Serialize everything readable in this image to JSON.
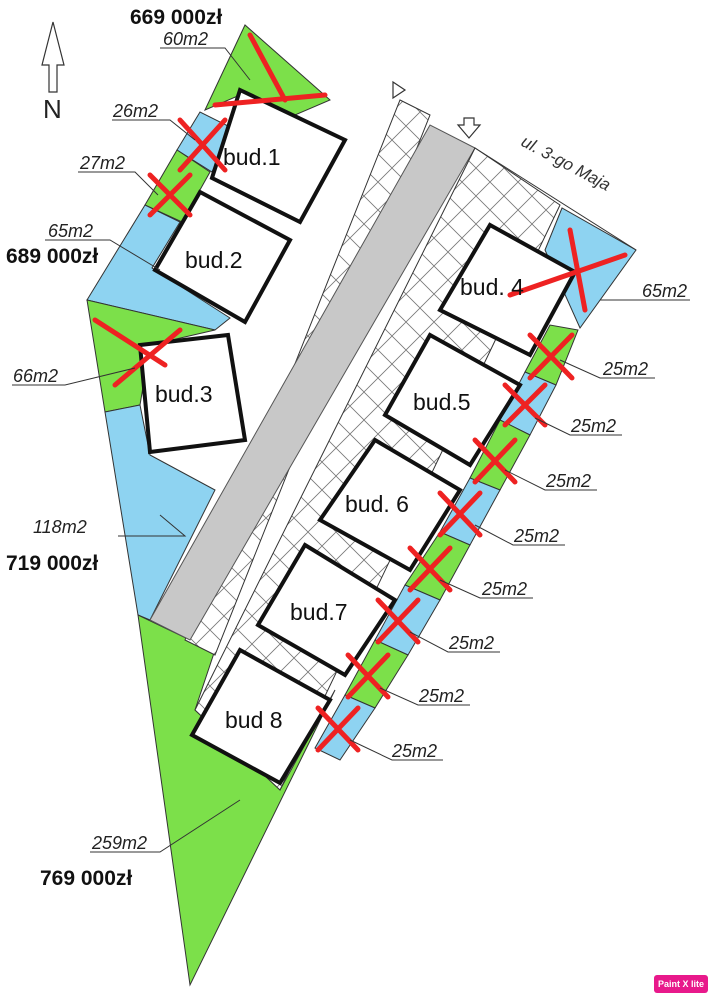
{
  "compass": {
    "letter": "N"
  },
  "street": {
    "label": "ul. 3-go Maja"
  },
  "colors": {
    "lawn_green": "#7CE04A",
    "parking_blue": "#8ED3F1",
    "road_gray": "#C8C8C8",
    "cross_red": "#EE2222",
    "outline": "#111111"
  },
  "buildings": [
    {
      "id": "bud1",
      "label": "bud.1"
    },
    {
      "id": "bud2",
      "label": "bud.2"
    },
    {
      "id": "bud3",
      "label": "bud.3"
    },
    {
      "id": "bud4",
      "label": "bud. 4"
    },
    {
      "id": "bud5",
      "label": "bud.5"
    },
    {
      "id": "bud6",
      "label": "bud. 6"
    },
    {
      "id": "bud7",
      "label": "bud.7"
    },
    {
      "id": "bud8",
      "label": "bud 8"
    }
  ],
  "areas": {
    "a1": "60m2",
    "a2": "26m2",
    "a3": "27m2",
    "a4": "65m2",
    "a5": "66m2",
    "a6": "118m2",
    "a7": "259m2",
    "a8": "65m2",
    "a9": "25m2",
    "a10": "25m2",
    "a11": "25m2",
    "a12": "25m2",
    "a13": "25m2",
    "a14": "25m2",
    "a15": "25m2",
    "a16": "25m2"
  },
  "prices": {
    "p1": "669 000zł",
    "p2": "689 000zł",
    "p3": "719 000zł",
    "p4": "769 000zł"
  },
  "watermark": {
    "label": "Paint X lite"
  }
}
